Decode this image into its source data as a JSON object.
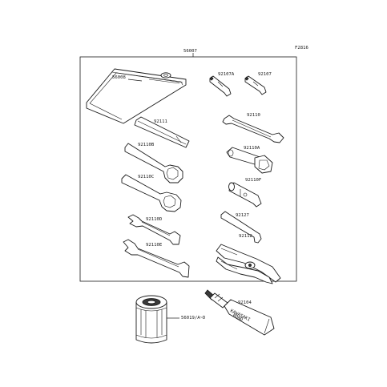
{
  "figure_code": "F2816",
  "kit_label": "56007",
  "parts": {
    "p56008": "56008",
    "p92111": "92111",
    "p92110B": "92110B",
    "p92110C": "92110C",
    "p92110D": "92110D",
    "p92110E": "92110E",
    "p92107A": "92107A",
    "p92107": "92107",
    "p92110": "92110",
    "p92110A": "92110A",
    "p92110F": "92110F",
    "p92127": "92127",
    "p92112": "92112",
    "p56019": "56019/A~D",
    "p92104": "92104"
  },
  "tube_text": {
    "line1": "KAWASAKI",
    "line2": "BOND"
  }
}
